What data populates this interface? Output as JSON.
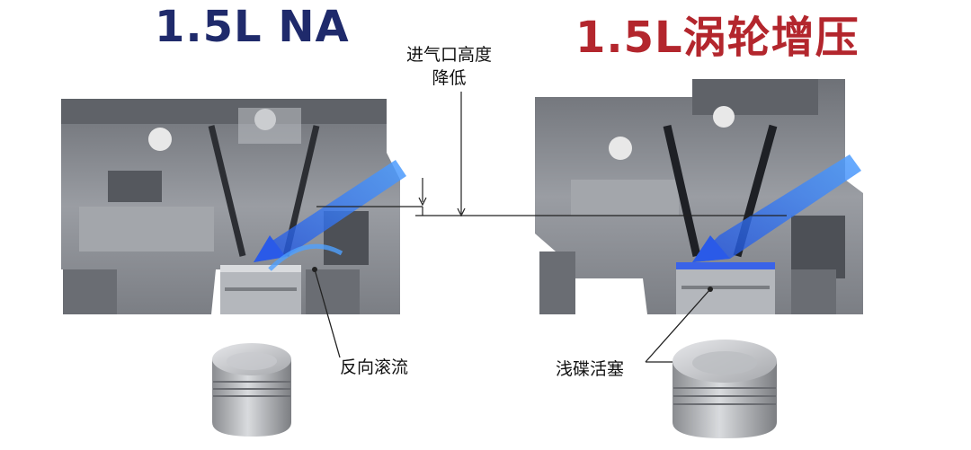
{
  "titles": {
    "left": "1.5L NA",
    "right": "1.5L涡轮增压"
  },
  "annotations": {
    "intake_height_line1": "进气口高度",
    "intake_height_line2": "降低",
    "reverse_tumble": "反向滚流",
    "shallow_dish_piston": "浅碟活塞"
  },
  "colors": {
    "left_title": "#1f2a6b",
    "right_title": "#b3262d",
    "flow_arrow": "#2f6bff",
    "engine_metal": "#8d9096"
  }
}
